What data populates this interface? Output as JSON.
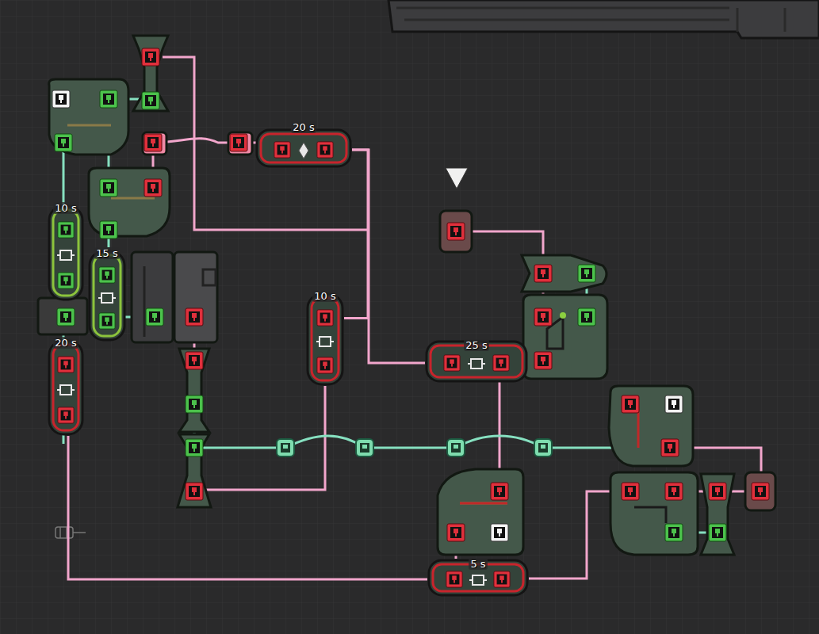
{
  "diagram": {
    "nodes": [
      {
        "text": [
          "20 s"
        ]
      },
      {
        "text": [
          "10 s"
        ]
      },
      {
        "text": [
          "15 s"
        ]
      },
      {
        "text": [
          "10 s"
        ]
      },
      {
        "text": [
          "20 s"
        ]
      },
      {
        "text": [
          "25 s"
        ]
      },
      {
        "text": [
          "5 s"
        ]
      }
    ],
    "edges": [
      {
        "from": 0,
        "to": 5,
        "arrow": "none"
      },
      {
        "from": 0,
        "to": 3,
        "arrow": "none"
      },
      {
        "from": 4,
        "to": 6,
        "arrow": "none"
      }
    ]
  }
}
